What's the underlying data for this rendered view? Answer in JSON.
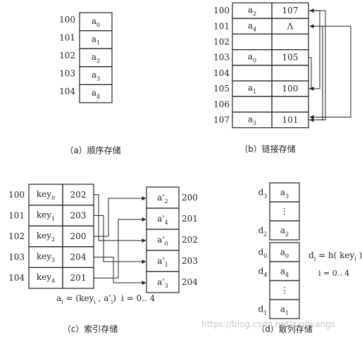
{
  "seq": {
    "addresses": [
      "100",
      "101",
      "102",
      "103",
      "104"
    ],
    "cells": [
      {
        "base": "a",
        "sub": "0"
      },
      {
        "base": "a",
        "sub": "1"
      },
      {
        "base": "a",
        "sub": "2"
      },
      {
        "base": "a",
        "sub": "3"
      },
      {
        "base": "a",
        "sub": "4"
      }
    ],
    "caption": "（a）顺序存储"
  },
  "linked": {
    "addresses": [
      "100",
      "101",
      "102",
      "103",
      "104",
      "105",
      "106",
      "107"
    ],
    "data": [
      {
        "base": "a",
        "sub": "2"
      },
      {
        "base": "a",
        "sub": "4"
      },
      {
        "base": "",
        "sub": ""
      },
      {
        "base": "a",
        "sub": "0"
      },
      {
        "base": "",
        "sub": ""
      },
      {
        "base": "a",
        "sub": "1"
      },
      {
        "base": "",
        "sub": ""
      },
      {
        "base": "a",
        "sub": "3"
      }
    ],
    "next": [
      "107",
      "Λ",
      "",
      "105",
      "",
      "100",
      "",
      "101"
    ],
    "caption": "（b）链接存储"
  },
  "indexed": {
    "left_addresses": [
      "100",
      "101",
      "102",
      "103",
      "104"
    ],
    "keys": [
      {
        "base": "key",
        "sub": "0"
      },
      {
        "base": "key",
        "sub": "1"
      },
      {
        "base": "key",
        "sub": "2"
      },
      {
        "base": "key",
        "sub": "3"
      },
      {
        "base": "key",
        "sub": "4"
      }
    ],
    "ptrs": [
      "202",
      "203",
      "200",
      "204",
      "201"
    ],
    "right_addresses": [
      "200",
      "201",
      "202",
      "203",
      "204"
    ],
    "items": [
      {
        "base": "a'",
        "sub": "2"
      },
      {
        "base": "a'",
        "sub": "4"
      },
      {
        "base": "a'",
        "sub": "0"
      },
      {
        "base": "a'",
        "sub": "1"
      },
      {
        "base": "a'",
        "sub": "3"
      }
    ],
    "formula": {
      "lhs_base": "a",
      "lhs_sub": "i",
      "eq": " = (key",
      "key_sub": "i",
      "mid": " , a'",
      "a_sub": "i",
      "close": ")"
    },
    "range": "i = 0.. 4",
    "caption": "（c）索引存储"
  },
  "hash": {
    "labels": [
      {
        "base": "d",
        "sub": "3"
      },
      {
        "base": "",
        "sub": ""
      },
      {
        "base": "d",
        "sub": "2"
      },
      {
        "base": "d",
        "sub": "0"
      },
      {
        "base": "d",
        "sub": "4"
      },
      {
        "base": "",
        "sub": ""
      },
      {
        "base": "d",
        "sub": "1"
      }
    ],
    "cells": [
      {
        "base": "a",
        "sub": "3"
      },
      {
        "base": "⋮",
        "sub": ""
      },
      {
        "base": "a",
        "sub": "2"
      },
      {
        "base": "a",
        "sub": "0"
      },
      {
        "base": "a",
        "sub": "4"
      },
      {
        "base": "⋮",
        "sub": ""
      },
      {
        "base": "a",
        "sub": "1"
      }
    ],
    "formula": {
      "lhs_base": "d",
      "lhs_sub": "i",
      "eq": " = h( key",
      "key_sub": "i",
      "close": " )"
    },
    "range": "i = 0.. 4",
    "caption": "（d）散列存储"
  },
  "watermark": "https://blog.csdn.net/xingyangs"
}
